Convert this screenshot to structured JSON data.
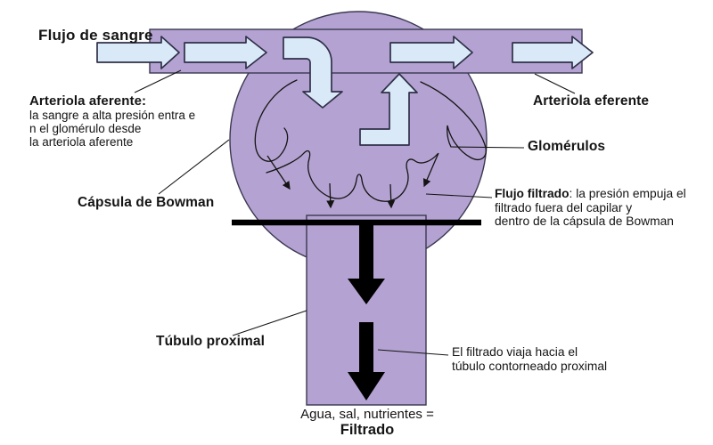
{
  "labels": {
    "blood_flow": "Flujo de sangre",
    "afferent_arteriole": {
      "title": "Arteriola aferente:",
      "line1": "la sangre a alta presión entra e",
      "line2": "n el glomérulo desde",
      "line3": "la arteriola aferente"
    },
    "efferent_arteriole": "Arteriola eferente",
    "glomeruli": "Glomérulos",
    "bowman_capsule": "Cápsula de Bowman",
    "filtered_flow": {
      "title": "Flujo filtrado",
      "rest": ": la presión empuja el",
      "line2": "filtrado fuera del capilar y",
      "line3": "dentro de la cápsula de Bowman"
    },
    "proximal_tubule": "Túbulo proximal",
    "filtrate_note": {
      "line1": "El filtrado viaja hacia el",
      "line2": "túbulo contorneado proximal"
    },
    "filtrate_result": {
      "line1": "Agua, sal, nutrientes =",
      "line2": "Filtrado"
    }
  },
  "colors": {
    "vessel_fill": "#b4a3d2",
    "vessel_outline": "#3a3850",
    "flow_arrow_fill": "#d9e9f8",
    "flow_arrow_outline": "#303048",
    "ink": "#141414",
    "background": "#ffffff"
  }
}
